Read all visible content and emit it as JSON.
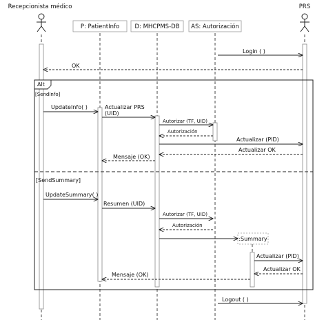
{
  "actors": {
    "left": "Recepcionista médico",
    "right": "PRS"
  },
  "objects": {
    "patient_info": "P: PatientInfo",
    "db": "D: MHCPMS-DB",
    "auth": "AS: Autorización",
    "summary": ":Summary"
  },
  "fragment": {
    "operator": "Alt",
    "guard1": "[SendInfo]",
    "guard2": "[SendSummary]"
  },
  "messages": {
    "login": "Login ( )",
    "ok": "OK",
    "update_info": "UpdateInfo( )",
    "actualizar_prs_1": "Actualizar PRS",
    "actualizar_prs_2": "(UID)",
    "autorizar_1": "Autorizar   (TF,  UID)",
    "autorizacion_1": "Autorización",
    "actualizar_pid_1": "Actualizar (PID)",
    "actualizar_ok_1": "Actualizar OK",
    "mensaje_ok_1": "Mensaje (OK)",
    "update_summary": "UpdateSummary( )",
    "resumen_uid": "Resumen (UID)",
    "autorizar_2": "Autorizar   (TF,  UID)",
    "autorizacion_2": "Autorización",
    "actualizar_pid_2": "Actualizar (PID)",
    "actualizar_ok_2": "Actualizar OK",
    "mensaje_ok_2": "Mensaje (OK)",
    "logout": "Logout ( )"
  }
}
